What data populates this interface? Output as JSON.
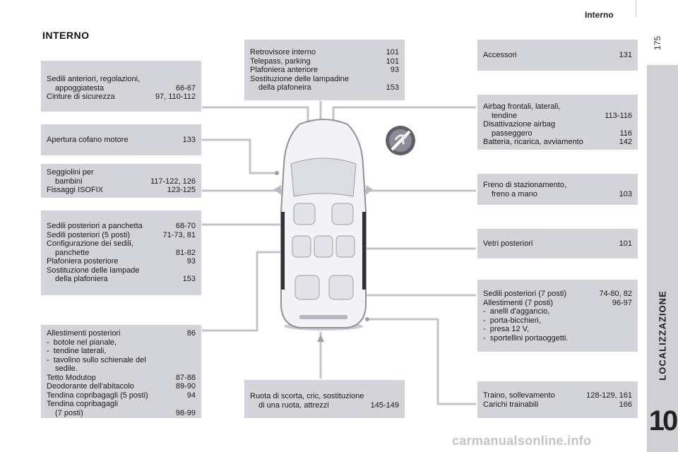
{
  "header": {
    "section": "Interno",
    "page_number": "175"
  },
  "sidebar": {
    "label": "LOCALIZZAZIONE",
    "chapter": "10"
  },
  "title": "INTERNO",
  "boxes": {
    "front_seats": [
      {
        "text": "Sedili anteriori, regolazioni,",
        "page": ""
      },
      {
        "text": "appoggiatesta",
        "page": "66-67",
        "indent": true
      },
      {
        "text": "Cinture di sicurezza",
        "page": "97, 110-112"
      }
    ],
    "bonnet": [
      {
        "text": "Apertura cofano motore",
        "page": "133"
      }
    ],
    "child_seats": [
      {
        "text": "Seggiolini per",
        "page": ""
      },
      {
        "text": "bambini",
        "page": "117-122, 126",
        "indent": true
      },
      {
        "text": "Fissaggi ISOFIX",
        "page": "123-125"
      }
    ],
    "rear_bench": [
      {
        "text": "Sedili posteriori a panchetta",
        "page": "68-70"
      },
      {
        "text": "Sedili posteriori (5 posti)",
        "page": "71-73, 81"
      },
      {
        "text": "Configurazione dei sedili,",
        "page": ""
      },
      {
        "text": "panchette",
        "page": "81-82",
        "indent": true
      },
      {
        "text": "Plafoniera posteriore",
        "page": "93"
      },
      {
        "text": "Sostituzione delle lampade",
        "page": ""
      },
      {
        "text": "della plafoniera",
        "page": "153",
        "indent": true
      }
    ],
    "rear_fittings": [
      {
        "text": "Allestimenti posteriori",
        "page": "86"
      },
      {
        "text": "-  botole nel pianale,",
        "page": ""
      },
      {
        "text": "-  tendine laterali,",
        "page": ""
      },
      {
        "text": "-  tavolino sullo schienale del",
        "page": ""
      },
      {
        "text": "sedile.",
        "page": "",
        "indent": true
      },
      {
        "text": "Tetto Modutop",
        "page": "87-88"
      },
      {
        "text": "Deodorante dell'abitacolo",
        "page": "89-90"
      },
      {
        "text": "Tendina copribagagli (5 posti)",
        "page": "94"
      },
      {
        "text": "Tendina copribagagli",
        "page": ""
      },
      {
        "text": "(7 posti)",
        "page": "98-99",
        "indent": true
      }
    ],
    "mirror": [
      {
        "text": "Retrovisore interno",
        "page": "101"
      },
      {
        "text": "Telepass, parking",
        "page": "101"
      },
      {
        "text": "Plafoniera anteriore",
        "page": "93"
      },
      {
        "text": "Sostituzione delle lampadine",
        "page": ""
      },
      {
        "text": "della plafoneira",
        "page": "153",
        "indent": true
      }
    ],
    "spare_wheel": [
      {
        "text": "Ruota di scorta, cric, sostituzione",
        "page": ""
      },
      {
        "text": "di una ruota, attrezzi",
        "page": "145-149",
        "indent": true
      }
    ],
    "accessories": [
      {
        "text": "Accessori",
        "page": "131"
      }
    ],
    "airbags": [
      {
        "text": "Airbag frontali, laterali,",
        "page": ""
      },
      {
        "text": "tendine",
        "page": "113-116",
        "indent": true
      },
      {
        "text": "Disattivazione airbag",
        "page": ""
      },
      {
        "text": "passeggero",
        "page": "116",
        "indent": true
      },
      {
        "text": "Batteria, ricarica, avviamento",
        "page": "142"
      }
    ],
    "handbrake": [
      {
        "text": "Freno di stazionamento,",
        "page": ""
      },
      {
        "text": "freno a mano",
        "page": "103",
        "indent": true
      }
    ],
    "rear_windows": [
      {
        "text": "Vetri posteriori",
        "page": "101"
      }
    ],
    "seven_seats": [
      {
        "text": "Sedili posteriori (7 posti)",
        "page": "74-80, 82"
      },
      {
        "text": "Allestimenti (7 posti)",
        "page": "96-97"
      },
      {
        "text": "-  anelli d'aggancio,",
        "page": ""
      },
      {
        "text": "-  porta-bicchieri,",
        "page": ""
      },
      {
        "text": "-  presa 12 V,",
        "page": ""
      },
      {
        "text": "-  sportellini portaoggetti.",
        "page": ""
      }
    ],
    "towing": [
      {
        "text": "Traino, sollevamento",
        "page": "128-129, 161"
      },
      {
        "text": "Carichi trainabili",
        "page": "166"
      }
    ]
  },
  "footer": {
    "watermark": "carmanualsonline.info"
  }
}
